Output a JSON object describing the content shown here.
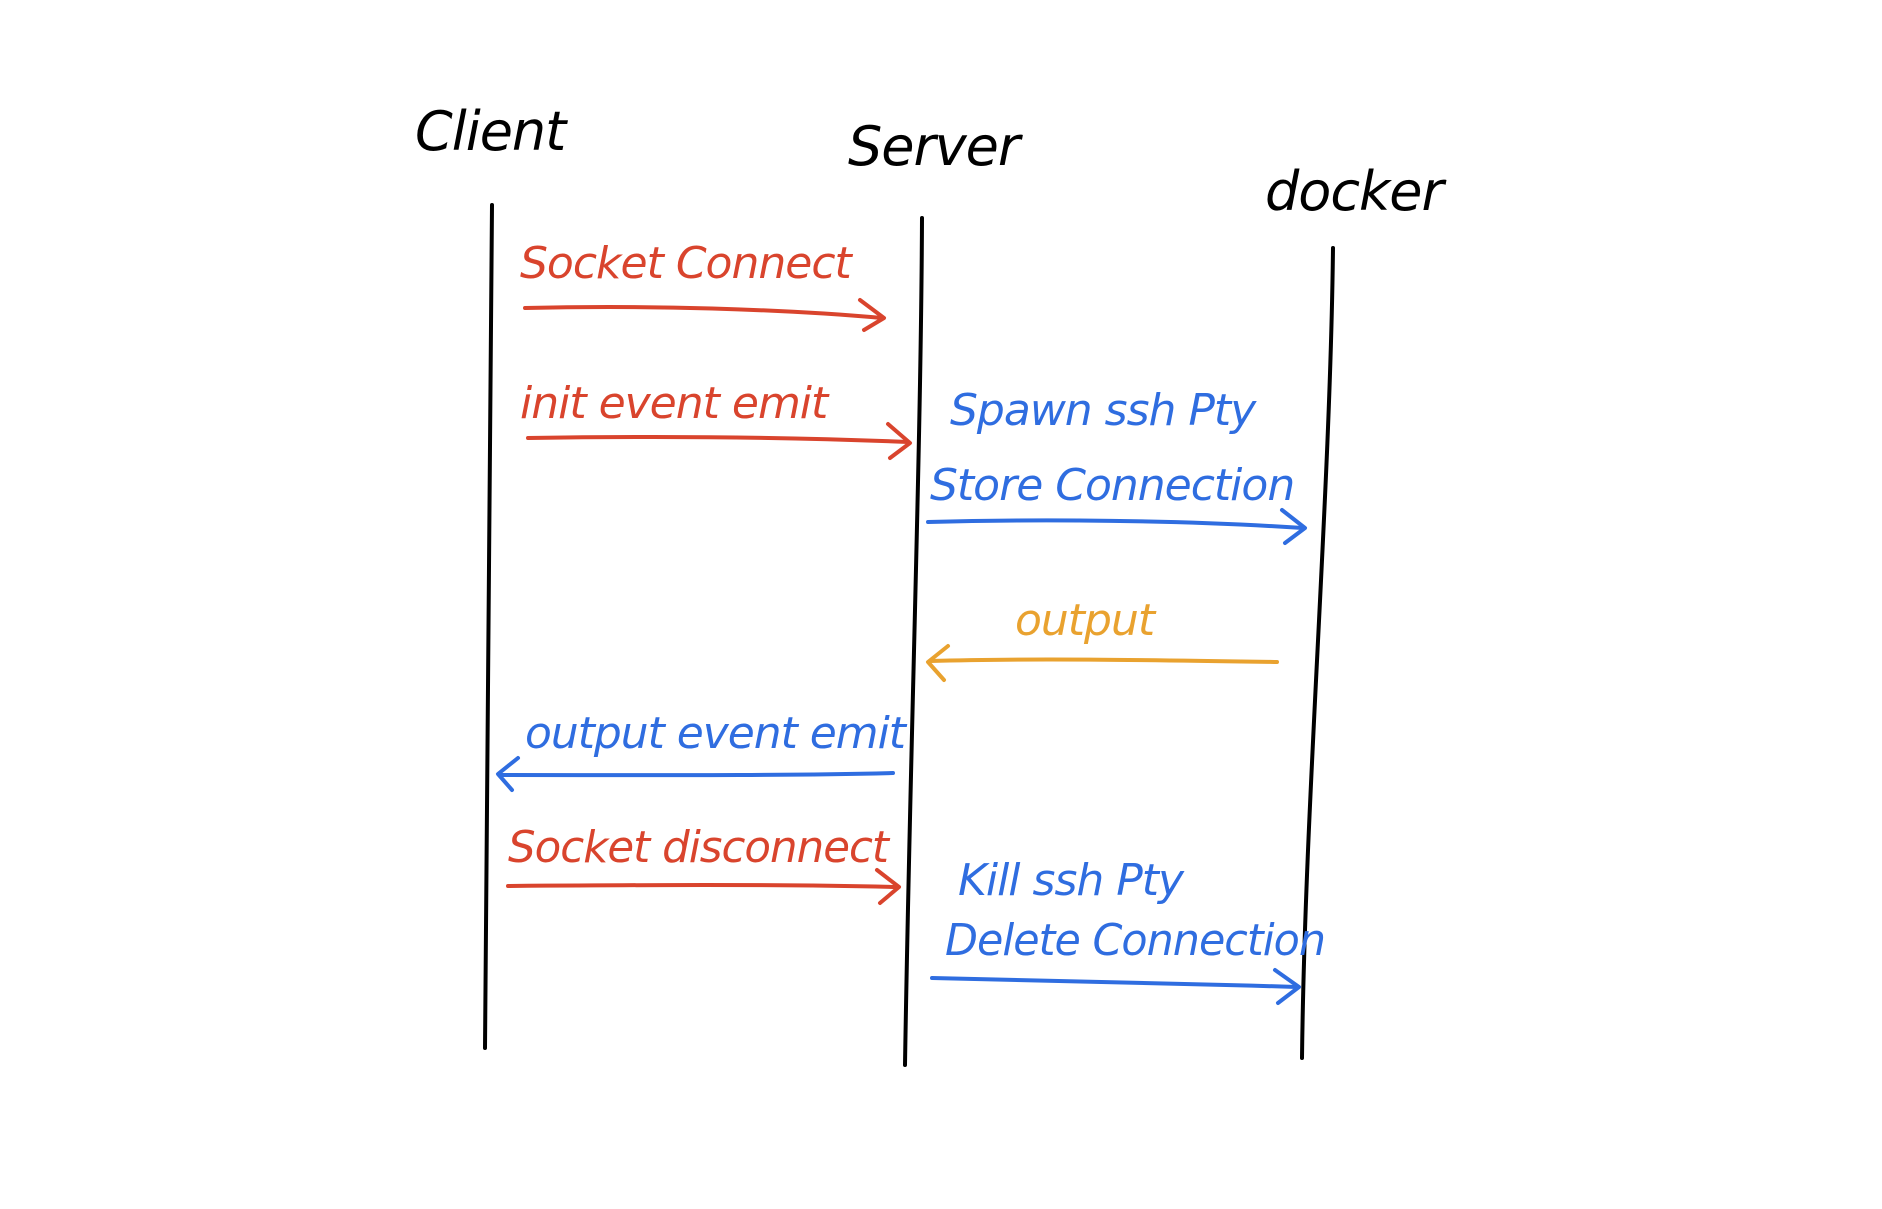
{
  "colors": {
    "ink": "#000000",
    "red": "#d9442d",
    "blue": "#2f6de0",
    "orange": "#e9a22f"
  },
  "participants": {
    "client": "Client",
    "server": "Server",
    "docker": "docker"
  },
  "messages": [
    {
      "from": "client",
      "to": "server",
      "color": "red",
      "lines": [
        "Socket Connect"
      ]
    },
    {
      "from": "client",
      "to": "server",
      "color": "red",
      "lines": [
        "init event emit"
      ]
    },
    {
      "from": "server",
      "to": "docker",
      "color": "blue",
      "lines": [
        "Spawn ssh Pty",
        "Store Connection"
      ]
    },
    {
      "from": "docker",
      "to": "server",
      "color": "orange",
      "lines": [
        "output"
      ]
    },
    {
      "from": "server",
      "to": "client",
      "color": "blue",
      "lines": [
        "output event emit"
      ]
    },
    {
      "from": "client",
      "to": "server",
      "color": "red",
      "lines": [
        "Socket disconnect"
      ]
    },
    {
      "from": "server",
      "to": "docker",
      "color": "blue",
      "lines": [
        "Kill ssh Pty",
        "Delete Connection"
      ]
    }
  ]
}
